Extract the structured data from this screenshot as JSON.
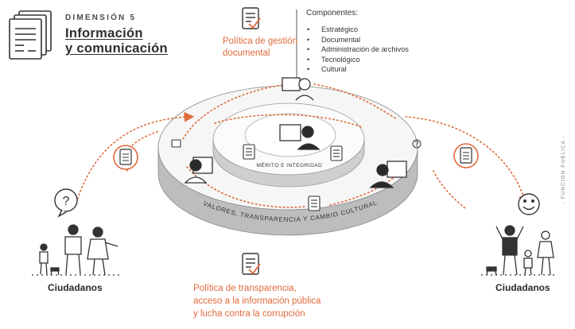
{
  "header": {
    "dimension_label": "DIMENSIÓN 5",
    "title_line1": "Información",
    "title_line2": "y comunicación"
  },
  "policy_top": {
    "line1": "Política de gestión",
    "line2": "documental"
  },
  "components": {
    "title": "Componentes:",
    "items": [
      "Estratégico",
      "Documental",
      "Administración de archivos",
      "Tecnológico",
      "Cultural"
    ]
  },
  "rings": {
    "inner_label": "MÉRITO E INTEGRIDAD",
    "outer_label": "VALORES, TRANSPARENCIA Y CAMBIO CULTURAL"
  },
  "policy_bottom": {
    "line1": "Política de transparencia,",
    "line2": "acceso a la información pública",
    "line3": "y lucha contra la corrupción"
  },
  "citizens_left": "Ciudadanos",
  "citizens_right": "Ciudadanos",
  "side_text": "- FUNCIÓN PÚBLICA -",
  "question_mark": "?",
  "colors": {
    "accent": "#e06a3c",
    "dark": "#333333",
    "ring_side": "#bdbdbd"
  }
}
